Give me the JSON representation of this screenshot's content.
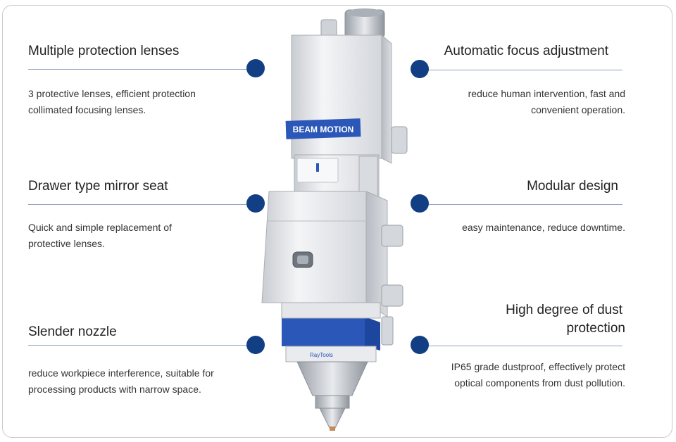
{
  "colors": {
    "accent": "#123f84",
    "rule": "#8ea3bf",
    "brand_band": "#2a57b8"
  },
  "product": {
    "brand_label": "BEAM MOTION",
    "small_logo": "RayTools"
  },
  "features": {
    "lenses": {
      "title": "Multiple protection lenses",
      "desc1": "3 protective lenses, efficient protection",
      "desc2": "collimated focusing lenses."
    },
    "focus": {
      "title": "Automatic focus adjustment",
      "desc1": "reduce human intervention, fast and",
      "desc2": "convenient operation."
    },
    "drawer": {
      "title": "Drawer type mirror seat",
      "desc1": "Quick and simple replacement of",
      "desc2": "protective lenses."
    },
    "modular": {
      "title": "Modular design",
      "desc1": "easy maintenance, reduce downtime."
    },
    "nozzle": {
      "title": "Slender nozzle",
      "desc1": "reduce workpiece interference, suitable for",
      "desc2": "processing products with narrow space."
    },
    "dust": {
      "title1": "High degree of dust",
      "title2": "protection",
      "desc1": "IP65 grade dustproof, effectively protect",
      "desc2": "optical components from dust pollution."
    }
  }
}
